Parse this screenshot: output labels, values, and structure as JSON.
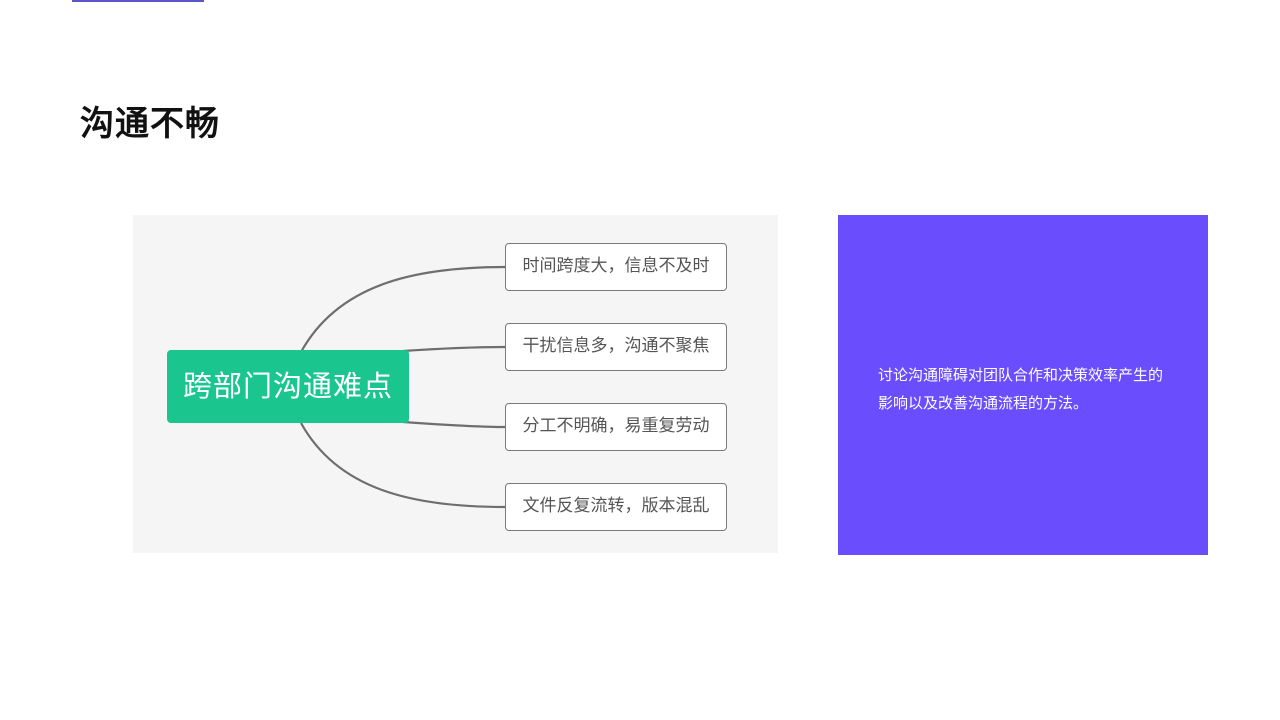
{
  "slide": {
    "title": "沟通不畅"
  },
  "mindmap": {
    "central": "跨部门沟通难点",
    "branches": [
      "时间跨度大，信息不及时",
      "干扰信息多，沟通不聚焦",
      "分工不明确，易重复劳动",
      "文件反复流转，版本混乱"
    ]
  },
  "description": {
    "text": "讨论沟通障碍对团队合作和决策效率产生的影响以及改善沟通流程的方法。"
  },
  "colors": {
    "accent_purple": "#6a4dfc",
    "central_node_green": "#1bc68e",
    "top_accent_line": "#5b55c8"
  }
}
